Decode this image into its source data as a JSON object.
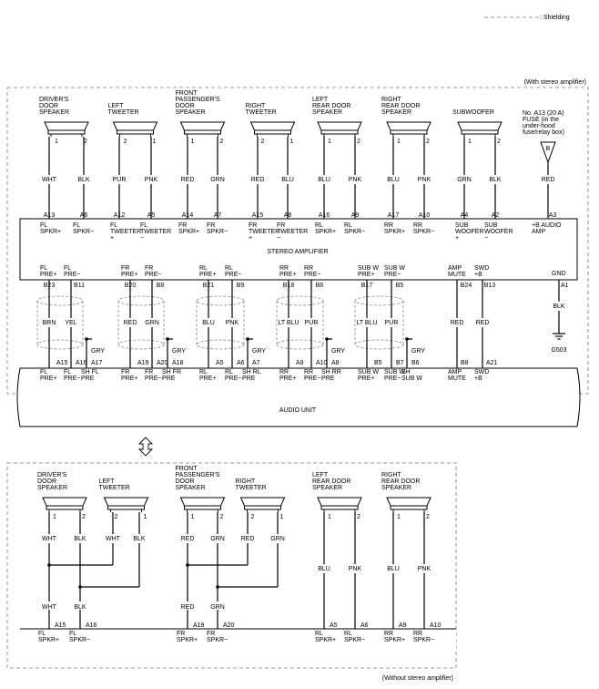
{
  "legend": {
    "shielding": ": Shielding"
  },
  "with_amp_label": "(With stereo amplifier)",
  "without_amp_label": "(Without stereo amplifier)",
  "amp_title": "STEREO AMPLIFIER",
  "audio_unit_title": "AUDIO UNIT",
  "top_speakers": [
    {
      "name": [
        "DRIVER'S",
        "DOOR",
        "SPEAKER"
      ],
      "pins": [
        "1",
        "2"
      ],
      "colors": [
        "WHT",
        "BLK"
      ],
      "conns": [
        "A13",
        "A6"
      ],
      "amp_in": [
        "FL",
        "SPKR+",
        "FL",
        "SPKR−"
      ]
    },
    {
      "name": [
        "LEFT",
        "TWEETER"
      ],
      "pins": [
        "2",
        "1"
      ],
      "colors": [
        "PUR",
        "PNK"
      ],
      "conns": [
        "A12",
        "A5"
      ],
      "amp_in": [
        "FL",
        "TWEETER",
        "+",
        "FL",
        "TWEETER",
        "−"
      ]
    },
    {
      "name": [
        "FRONT",
        "PASSENGER'S",
        "DOOR",
        "SPEAKER"
      ],
      "pins": [
        "1",
        "2"
      ],
      "colors": [
        "RED",
        "GRN"
      ],
      "conns": [
        "A14",
        "A7"
      ],
      "amp_in": [
        "FR",
        "SPKR+",
        "FR",
        "SPKR−"
      ]
    },
    {
      "name": [
        "RIGHT",
        "TWEETER"
      ],
      "pins": [
        "2",
        "1"
      ],
      "colors": [
        "RED",
        "BLU"
      ],
      "conns": [
        "A15",
        "A8"
      ],
      "amp_in": [
        "FR",
        "TWEETER",
        "+",
        "FR",
        "TWEETER",
        "−"
      ]
    },
    {
      "name": [
        "LEFT",
        "REAR DOOR",
        "SPEAKER"
      ],
      "pins": [
        "1",
        "2"
      ],
      "colors": [
        "BLU",
        "PNK"
      ],
      "conns": [
        "A16",
        "A9"
      ],
      "amp_in": [
        "RL",
        "SPKR+",
        "RL",
        "SPKR−"
      ]
    },
    {
      "name": [
        "RIGHT",
        "REAR DOOR",
        "SPEAKER"
      ],
      "pins": [
        "1",
        "2"
      ],
      "colors": [
        "BLU",
        "PNK"
      ],
      "conns": [
        "A17",
        "A10"
      ],
      "amp_in": [
        "RR",
        "SPKR+",
        "RR",
        "SPKR−"
      ]
    },
    {
      "name": [
        "SUBWOOFER"
      ],
      "pins": [
        "1",
        "2"
      ],
      "colors": [
        "GRN",
        "BLK"
      ],
      "conns": [
        "A4",
        "A2"
      ],
      "amp_in": [
        "SUB",
        "WOOFER",
        "+",
        "SUB",
        "WOOFER",
        "−"
      ]
    }
  ],
  "fuse": {
    "lines": [
      "No. A13 (20 A)",
      "FUSE (in the",
      "under-hood",
      "fuse/relay box)"
    ],
    "pin": "B",
    "color": "RED",
    "conn": "A3",
    "amp_in": [
      "+B AUDIO",
      "AMP"
    ]
  },
  "amp_out": [
    {
      "labels": [
        "FL",
        "PRE+",
        "FL",
        "PRE−"
      ],
      "conns": [
        "B23",
        "B11"
      ],
      "colors": [
        "BRN",
        "YEL"
      ],
      "au_conns": [
        "A15",
        "A16",
        "A17"
      ],
      "au_labels": [
        "FL",
        "PRE+",
        "FL",
        "PRE−",
        "SH FL",
        "PRE"
      ]
    },
    {
      "labels": [
        "FR",
        "PRE+",
        "FR",
        "PRE−"
      ],
      "conns": [
        "B20",
        "B8"
      ],
      "colors": [
        "RED",
        "GRN"
      ],
      "au_conns": [
        "A19",
        "A20",
        "A18"
      ],
      "au_labels": [
        "FR",
        "PRE+",
        "FR",
        "PRE−",
        "SH FR",
        "PRE"
      ]
    },
    {
      "labels": [
        "RL",
        "PRE+",
        "RL",
        "PRE−"
      ],
      "conns": [
        "B21",
        "B9"
      ],
      "colors": [
        "BLU",
        "PNK"
      ],
      "au_conns": [
        "A5",
        "A6",
        "A7"
      ],
      "au_labels": [
        "RL",
        "PRE+",
        "RL",
        "PRE−",
        "SH RL",
        "PRE"
      ]
    },
    {
      "labels": [
        "RR",
        "PRE+",
        "RR",
        "PRE−"
      ],
      "conns": [
        "B18",
        "B6"
      ],
      "colors": [
        "LT BLU",
        "PUR"
      ],
      "au_conns": [
        "A9",
        "A10",
        "A8"
      ],
      "au_labels": [
        "RR",
        "PRE+",
        "RR",
        "PRE−",
        "SH RR",
        "PRE"
      ]
    },
    {
      "labels": [
        "SUB W",
        "PRE+",
        "SUB W",
        "PRE−"
      ],
      "conns": [
        "B17",
        "B5"
      ],
      "colors": [
        "LT BLU",
        "PUR"
      ],
      "au_conns": [
        "B5",
        "B7",
        "B6"
      ],
      "au_labels": [
        "SUB W",
        "PRE+",
        "SUB W",
        "PRE−",
        "SH",
        "SUB W"
      ]
    }
  ],
  "shield_color": "GRY",
  "amp_mute": {
    "labels": [
      "AMP",
      "MUTE",
      "SWD",
      "+B"
    ],
    "conns": [
      "B24",
      "B13"
    ],
    "colors": [
      "RED",
      "RED"
    ],
    "au_conns": [
      "B8",
      "A21"
    ],
    "au_labels": [
      "AMP",
      "MUTE",
      "SWD",
      "+B"
    ]
  },
  "ground": {
    "label": "GND",
    "conn": "A1",
    "color": "BLK",
    "point": "G503"
  },
  "bottom": {
    "front_speakers": [
      {
        "name": [
          "DRIVER'S",
          "DOOR",
          "SPEAKER"
        ],
        "pins": [
          "1",
          "2"
        ],
        "colors": [
          "WHT",
          "BLK"
        ]
      },
      {
        "name": [
          "LEFT",
          "TWEETER"
        ],
        "pins": [
          "2",
          "1"
        ],
        "colors": [
          "WHT",
          "BLK"
        ]
      },
      {
        "name": [
          "FRONT",
          "PASSENGER'S",
          "DOOR",
          "SPEAKER"
        ],
        "pins": [
          "1",
          "2"
        ],
        "colors": [
          "RED",
          "GRN"
        ]
      },
      {
        "name": [
          "RIGHT",
          "TWEETER"
        ],
        "pins": [
          "2",
          "1"
        ],
        "colors": [
          "RED",
          "GRN"
        ]
      }
    ],
    "rear_speakers": [
      {
        "name": [
          "LEFT",
          "REAR DOOR",
          "SPEAKER"
        ],
        "pins": [
          "1",
          "2"
        ],
        "colors": [
          "BLU",
          "PNK"
        ],
        "conns": [
          "A5",
          "A6"
        ],
        "au_labels": [
          "RL",
          "SPKR+",
          "RL",
          "SPKR−"
        ]
      },
      {
        "name": [
          "RIGHT",
          "REAR DOOR",
          "SPEAKER"
        ],
        "pins": [
          "1",
          "2"
        ],
        "colors": [
          "BLU",
          "PNK"
        ],
        "conns": [
          "A9",
          "A10"
        ],
        "au_labels": [
          "RR",
          "SPKR+",
          "RR",
          "SPKR−"
        ]
      }
    ],
    "front_joined": [
      {
        "colors": [
          "WHT",
          "BLK"
        ],
        "conns": [
          "A15",
          "A16"
        ],
        "au_labels": [
          "FL",
          "SPKR+",
          "FL",
          "SPKR−"
        ]
      },
      {
        "colors": [
          "RED",
          "GRN"
        ],
        "conns": [
          "A19",
          "A20"
        ],
        "au_labels": [
          "FR",
          "SPKR+",
          "FR",
          "SPKR−"
        ]
      }
    ]
  }
}
